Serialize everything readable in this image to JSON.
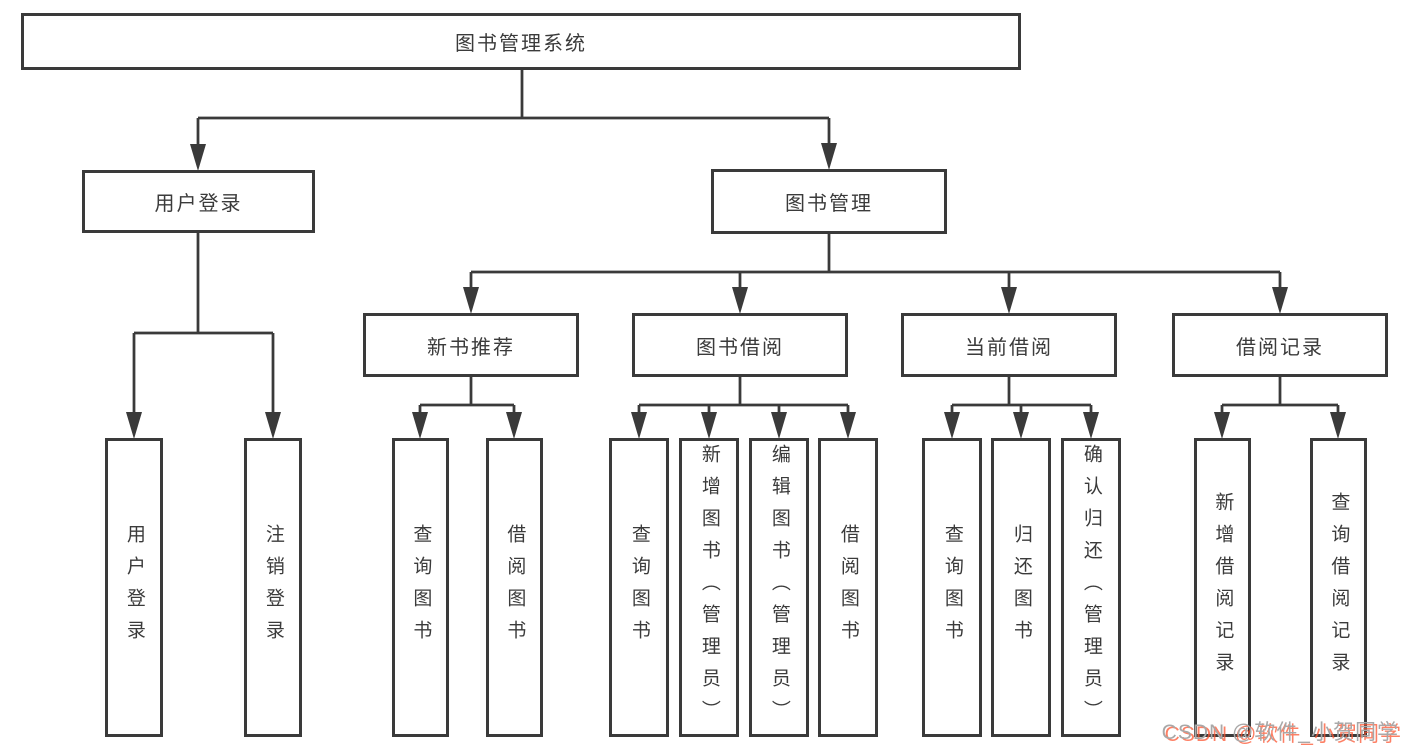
{
  "diagram": {
    "type": "org-chart",
    "tree": {
      "label": "图书管理系统",
      "children": [
        {
          "label": "用户登录",
          "children": [
            {
              "label": "用户登录"
            },
            {
              "label": "注销登录"
            }
          ]
        },
        {
          "label": "图书管理",
          "children": [
            {
              "label": "新书推荐",
              "children": [
                {
                  "label": "查询图书"
                },
                {
                  "label": "借阅图书"
                }
              ]
            },
            {
              "label": "图书借阅",
              "children": [
                {
                  "label": "查询图书"
                },
                {
                  "label": "新增图书（管理员）"
                },
                {
                  "label": "编辑图书（管理员）"
                },
                {
                  "label": "借阅图书"
                }
              ]
            },
            {
              "label": "当前借阅",
              "children": [
                {
                  "label": "查询图书"
                },
                {
                  "label": "归还图书"
                },
                {
                  "label": "确认归还（管理员）"
                }
              ]
            },
            {
              "label": "借阅记录",
              "children": [
                {
                  "label": "新增借阅记录"
                },
                {
                  "label": "查询借阅记录"
                }
              ]
            }
          ]
        }
      ]
    },
    "colors": {
      "line": "#3a3a3a",
      "box_border": "#3a3a3a",
      "box_fill": "#ffffff",
      "text": "#3b3b3b"
    }
  },
  "watermark": {
    "text": "CSDN @软件_小贺同学",
    "text_color": "#a8a8a8",
    "shadow_color": "#fc5531"
  }
}
